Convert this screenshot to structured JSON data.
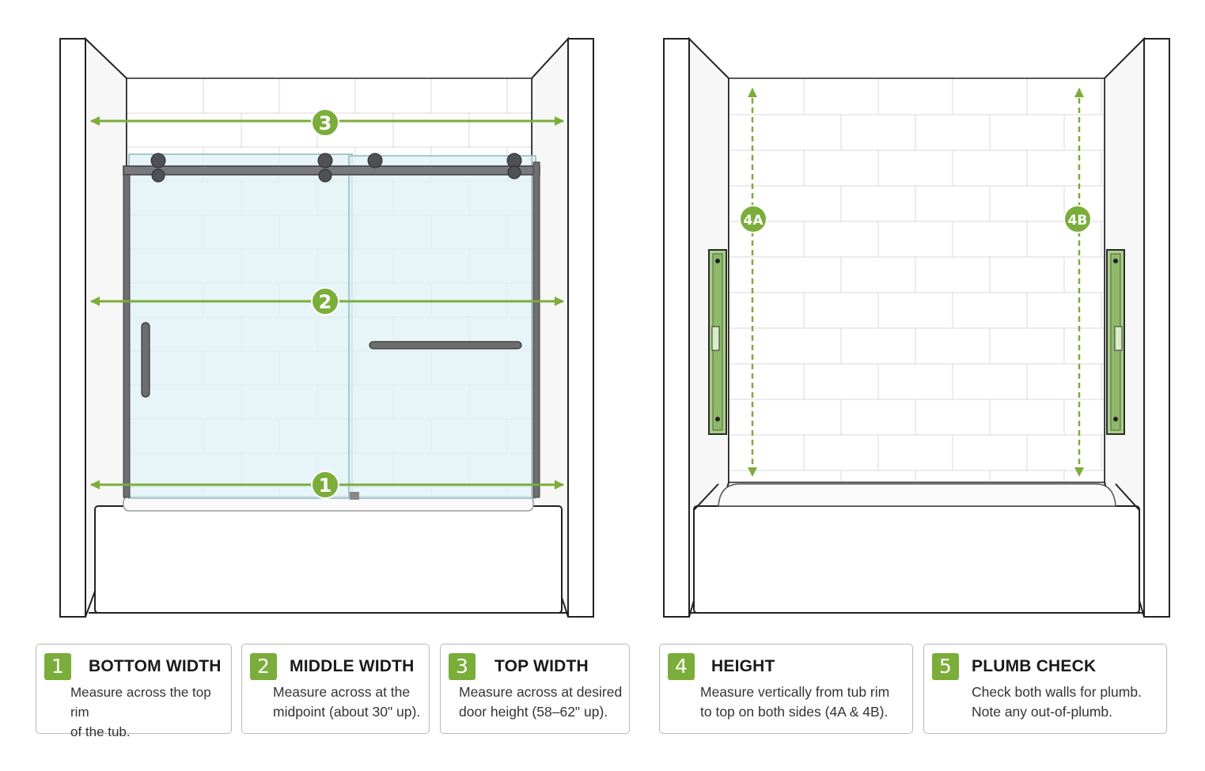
{
  "colors": {
    "accent": "#7bad3a",
    "wall_outline": "#222222",
    "tile_line": "#d9d9d9",
    "glass": "#dff1f5",
    "frame": "#5d5f62"
  },
  "diagrams": [
    {
      "name": "width-measurements",
      "callouts": [
        {
          "id": "3",
          "label": "3"
        },
        {
          "id": "2",
          "label": "2"
        },
        {
          "id": "1",
          "label": "1"
        }
      ]
    },
    {
      "name": "height-measurements",
      "callouts": [
        {
          "id": "4A",
          "label": "4A"
        },
        {
          "id": "4B",
          "label": "4B"
        }
      ]
    }
  ],
  "steps": [
    {
      "number": "1",
      "title": "BOTTOM WIDTH",
      "description": "Measure across the top rim\nof the tub."
    },
    {
      "number": "2",
      "title": "MIDDLE WIDTH",
      "description": "Measure across at the\nmidpoint (about 30\" up)."
    },
    {
      "number": "3",
      "title": "TOP WIDTH",
      "description": "Measure across at desired\ndoor height (58–62\" up)."
    },
    {
      "number": "4",
      "title": "HEIGHT",
      "description": "Measure vertically from tub rim\nto top on both sides (4A & 4B)."
    },
    {
      "number": "5",
      "title": "PLUMB CHECK",
      "description": "Check both walls for plumb.\nNote any out-of-plumb."
    }
  ]
}
